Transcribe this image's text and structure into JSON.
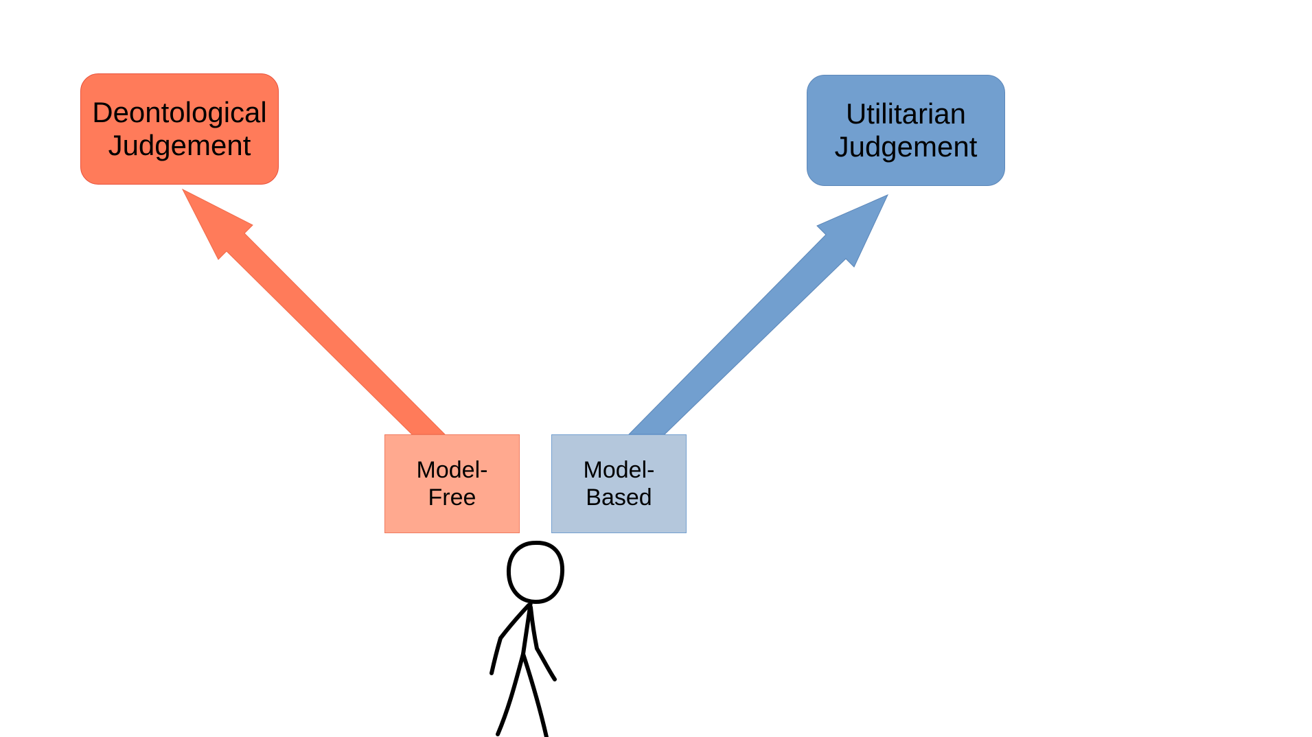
{
  "diagram": {
    "judgements": {
      "deontological": {
        "label": "Deontological\nJudgement",
        "fill": "#FF7B5A",
        "border": "#E8503A"
      },
      "utilitarian": {
        "label": "Utilitarian\nJudgement",
        "fill": "#729FCF",
        "border": "#5B86B8"
      }
    },
    "systems": {
      "model_free": {
        "label": "Model-\nFree",
        "fill": "#FFA98F",
        "border": "#F07A5E"
      },
      "model_based": {
        "label": "Model-\nBased",
        "fill": "#B4C7DC",
        "border": "#729FCF"
      }
    },
    "arrows": [
      {
        "from": "Model-Free",
        "to": "Deontological Judgement",
        "color": "#FF7B5A"
      },
      {
        "from": "Model-Based",
        "to": "Utilitarian Judgement",
        "color": "#729FCF"
      }
    ],
    "figure_icon": "stick-figure-icon"
  }
}
